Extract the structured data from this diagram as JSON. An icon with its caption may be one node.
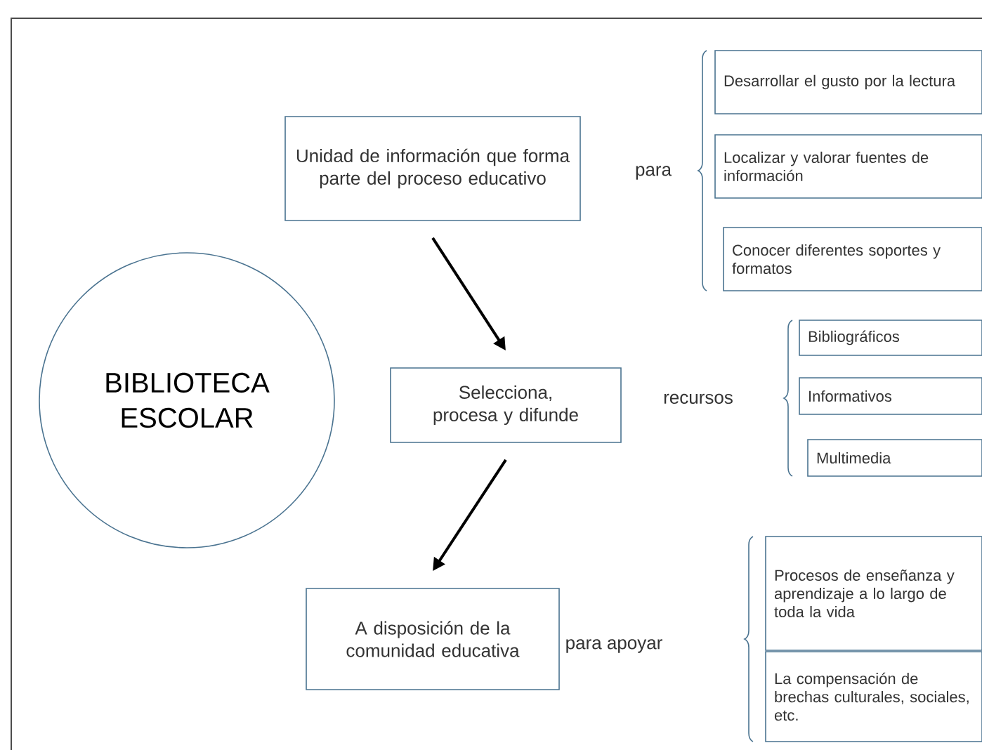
{
  "diagram": {
    "nodes": [
      {
        "text": [
          "BIBLIOTECA ESCOLAR"
        ]
      },
      {
        "text": [
          "Unidad de información que forma parte del proceso educativo"
        ]
      },
      {
        "text": [
          "Selecciona, procesa y difunde"
        ]
      },
      {
        "text": [
          "A disposición de la comunidad educativa"
        ]
      },
      {
        "text": [
          "Desarrollar el gusto por la lectura"
        ]
      },
      {
        "text": [
          "Localizar y valorar fuentes de información"
        ]
      },
      {
        "text": [
          "Conocer diferentes soportes y formatos"
        ]
      },
      {
        "text": [
          "Bibliográficos"
        ]
      },
      {
        "text": [
          "Informativos"
        ]
      },
      {
        "text": [
          "Multimedia"
        ]
      },
      {
        "text": [
          "Procesos de enseñanza y aprendizaje a lo largo de toda la vida"
        ]
      },
      {
        "text": [
          "La compensación de brechas culturales, sociales, etc."
        ]
      }
    ],
    "edges": [
      {
        "from": 1,
        "to": 2,
        "arrow": "to"
      },
      {
        "from": 2,
        "to": 3,
        "arrow": "to"
      }
    ],
    "labels": [
      "para",
      "recursos",
      "para apoyar"
    ]
  }
}
